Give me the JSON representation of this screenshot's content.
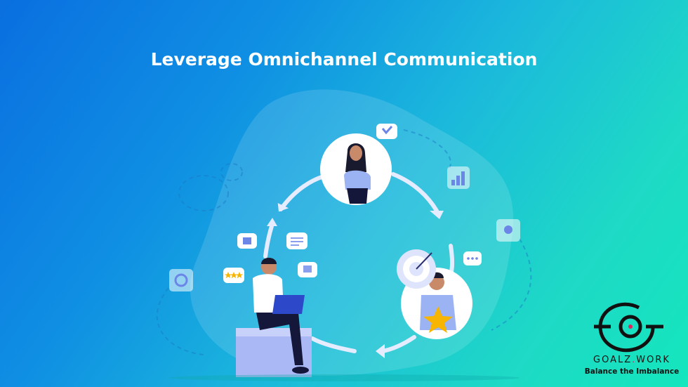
{
  "title": "Leverage Omnichannel Communication",
  "logo": {
    "name_part1": "GOALZ",
    "name_dot": ".",
    "name_part2": "WORK",
    "tagline": "Balance the Imbalance"
  },
  "colors": {
    "bg_start": "#0a6fe0",
    "bg_end": "#14e6bd",
    "accent": "#e0245e",
    "star": "#f7b500"
  }
}
